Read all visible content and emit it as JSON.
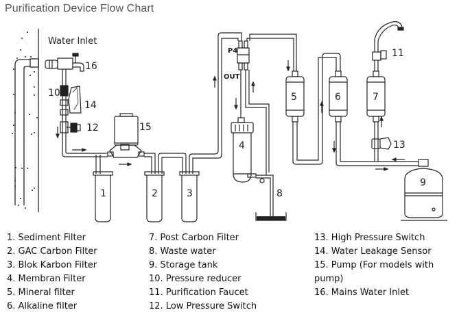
{
  "title": "Purification Device Flow Chart",
  "diagram": {
    "inlet_label": "Water Inlet",
    "labels": {
      "n1": "1",
      "n2": "2",
      "n3": "3",
      "n4": "4",
      "n5": "5",
      "n6": "6",
      "n7": "7",
      "n8": "8",
      "n9": "9",
      "n10": "10",
      "n11": "11",
      "n12": "12",
      "n13": "13",
      "n14": "14",
      "n15": "15",
      "n16": "16",
      "p4": "P4",
      "out": "OUT"
    }
  },
  "legend": {
    "col1": [
      "1. Sediment Filter",
      "2. GAC Carbon Filter",
      "3. Blok Karbon Filter",
      "4. Membran Filter",
      "5. Mineral filter",
      "6. Alkaline filter"
    ],
    "col2": [
      "7. Post Carbon Filter",
      "8. Waste water",
      "9. Storage tank",
      "10. Pressure reducer",
      "11. Purification Faucet",
      "12. Low Pressure Switch"
    ],
    "col3": [
      "13. High Pressure Switch",
      "14. Water Leakage Sensor",
      "15. Pump (For models with",
      "pump)",
      "16. Mains Water Inlet"
    ]
  }
}
